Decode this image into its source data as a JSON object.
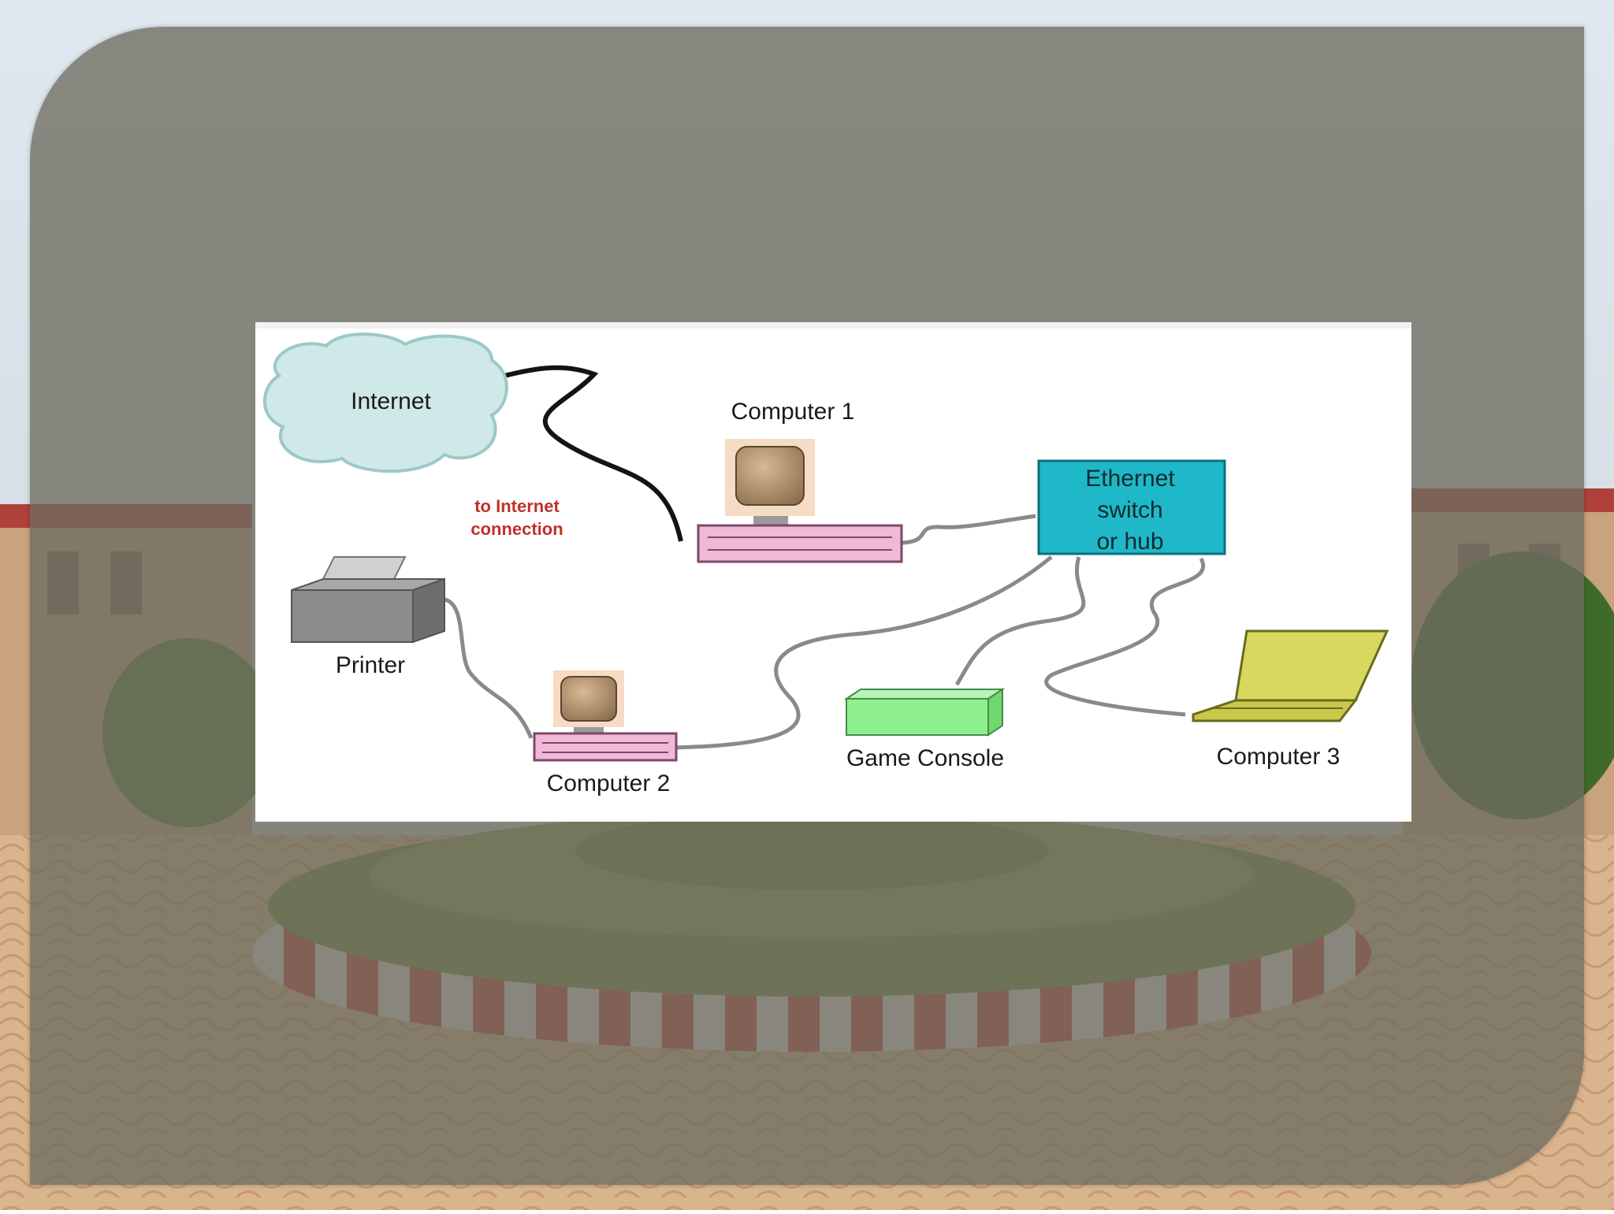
{
  "slide": {
    "background": "campus-photo",
    "panel_color": "#6e6c60"
  },
  "diagram": {
    "nodes": [
      {
        "id": "internet",
        "label": "Internet",
        "kind": "cloud",
        "color": "#cfe8e8"
      },
      {
        "id": "computer1",
        "label": "Computer 1",
        "kind": "desktop",
        "color": "#f2b8d8"
      },
      {
        "id": "switch",
        "label_lines": [
          "Ethernet",
          "switch",
          "or hub"
        ],
        "kind": "switch",
        "color": "#1fb8c8"
      },
      {
        "id": "printer",
        "label": "Printer",
        "kind": "printer",
        "color": "#8c8c8c"
      },
      {
        "id": "computer2",
        "label": "Computer 2",
        "kind": "desktop",
        "color": "#f2b8d8"
      },
      {
        "id": "console",
        "label": "Game Console",
        "kind": "console",
        "color": "#8ef08e"
      },
      {
        "id": "computer3",
        "label": "Computer 3",
        "kind": "laptop",
        "color": "#d8d860"
      }
    ],
    "annotation": [
      "to Internet",
      "connection"
    ],
    "annotation_color": "#c0302a",
    "edges": [
      [
        "internet",
        "computer1"
      ],
      [
        "computer1",
        "switch"
      ],
      [
        "switch",
        "computer2"
      ],
      [
        "printer",
        "computer2"
      ],
      [
        "switch",
        "console"
      ],
      [
        "switch",
        "computer3"
      ]
    ]
  }
}
